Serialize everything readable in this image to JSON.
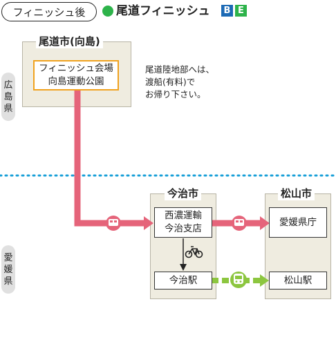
{
  "header": {
    "pill_label": "フィニッシュ後",
    "route_name": "尾道フィニッシュ",
    "badges": [
      "B",
      "E"
    ]
  },
  "colors": {
    "route_green": "#2db34a",
    "bus_pink": "#e5647a",
    "train_green": "#8cc63f",
    "badge_blue": "#1c6ab5",
    "border_blue": "#1aa0d8"
  },
  "prefectures": {
    "hiroshima": [
      "広",
      "島",
      "県"
    ],
    "ehime": [
      "愛",
      "媛",
      "県"
    ]
  },
  "onomichi": {
    "label": "尾道市(向島)",
    "venue_line1": "フィニッシュ会場",
    "venue_line2": "向島運動公園"
  },
  "note": {
    "line1": "尾道陸地部へは、",
    "line2": "渡船(有料)で",
    "line3": "お帰り下さい。"
  },
  "imabari": {
    "label": "今治市",
    "shop_line1": "西濃運輸",
    "shop_line2": "今治支店",
    "station": "今治駅"
  },
  "matsuyama": {
    "label": "松山市",
    "office": "愛媛県庁",
    "station": "松山駅"
  },
  "icons": [
    "bus-icon",
    "bicycle-icon",
    "train-icon"
  ]
}
